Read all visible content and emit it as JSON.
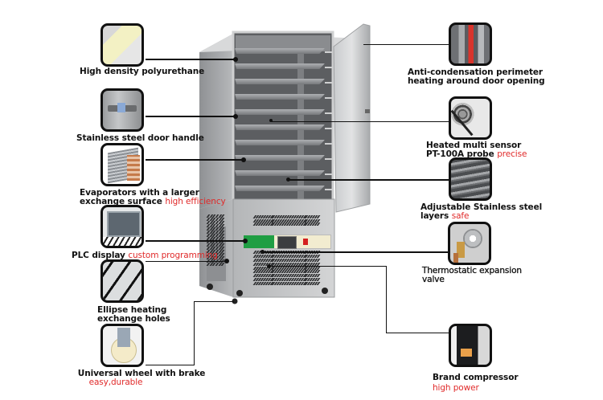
{
  "diagram": {
    "subject": "Blast chiller / freezer cabinet with 10 trays",
    "colors": {
      "accent_red": "#e02a2a",
      "label_black": "#111111",
      "stainless": "#a9abad",
      "panel_green": "#1f9e43"
    },
    "callouts_left": [
      {
        "id": "polyurethane",
        "icon": "insulation-panel-icon",
        "text": "High density polyurethane",
        "highlight": ""
      },
      {
        "id": "door-handle",
        "icon": "door-handle-icon",
        "text": "Stainless steel door handle",
        "highlight": ""
      },
      {
        "id": "evaporator",
        "icon": "evaporator-coil-icon",
        "text_line1": "Evaporators with a larger",
        "text_line2": "exchange surface",
        "highlight": "high efficiency"
      },
      {
        "id": "plc",
        "icon": "plc-display-icon",
        "text": "PLC display",
        "highlight": "custom programming"
      },
      {
        "id": "ellipse-holes",
        "icon": "ellipse-holes-icon",
        "text_line1": "Ellipse heating",
        "text_line2": "exchange holes",
        "highlight": ""
      },
      {
        "id": "wheel",
        "icon": "caster-wheel-icon",
        "text": "Universal wheel with brake",
        "highlight": "easy,durable"
      }
    ],
    "callouts_right": [
      {
        "id": "anti-condensation",
        "icon": "heating-strip-icon",
        "text_line1": "Anti-condensation perimeter",
        "text_line2": "heating around door opening",
        "highlight": ""
      },
      {
        "id": "sensor",
        "icon": "probe-sensor-icon",
        "text_line1": "Heated multi sensor",
        "text_line2": "PT-100A probe",
        "highlight": "precise"
      },
      {
        "id": "layers",
        "icon": "steel-layers-icon",
        "text_line1": "Adjustable Stainless steel",
        "text_line2": "layers",
        "highlight": "safe"
      },
      {
        "id": "valve",
        "icon": "expansion-valve-icon",
        "text_line1": "Thermostatic expansion",
        "text_line2": "valve",
        "highlight": ""
      },
      {
        "id": "compressor",
        "icon": "compressor-icon",
        "text": "Brand compressor",
        "highlight": "high power"
      }
    ],
    "machine": {
      "tray_count": 10,
      "panel_labels": [
        "logo",
        "display",
        "power-switch"
      ]
    }
  }
}
